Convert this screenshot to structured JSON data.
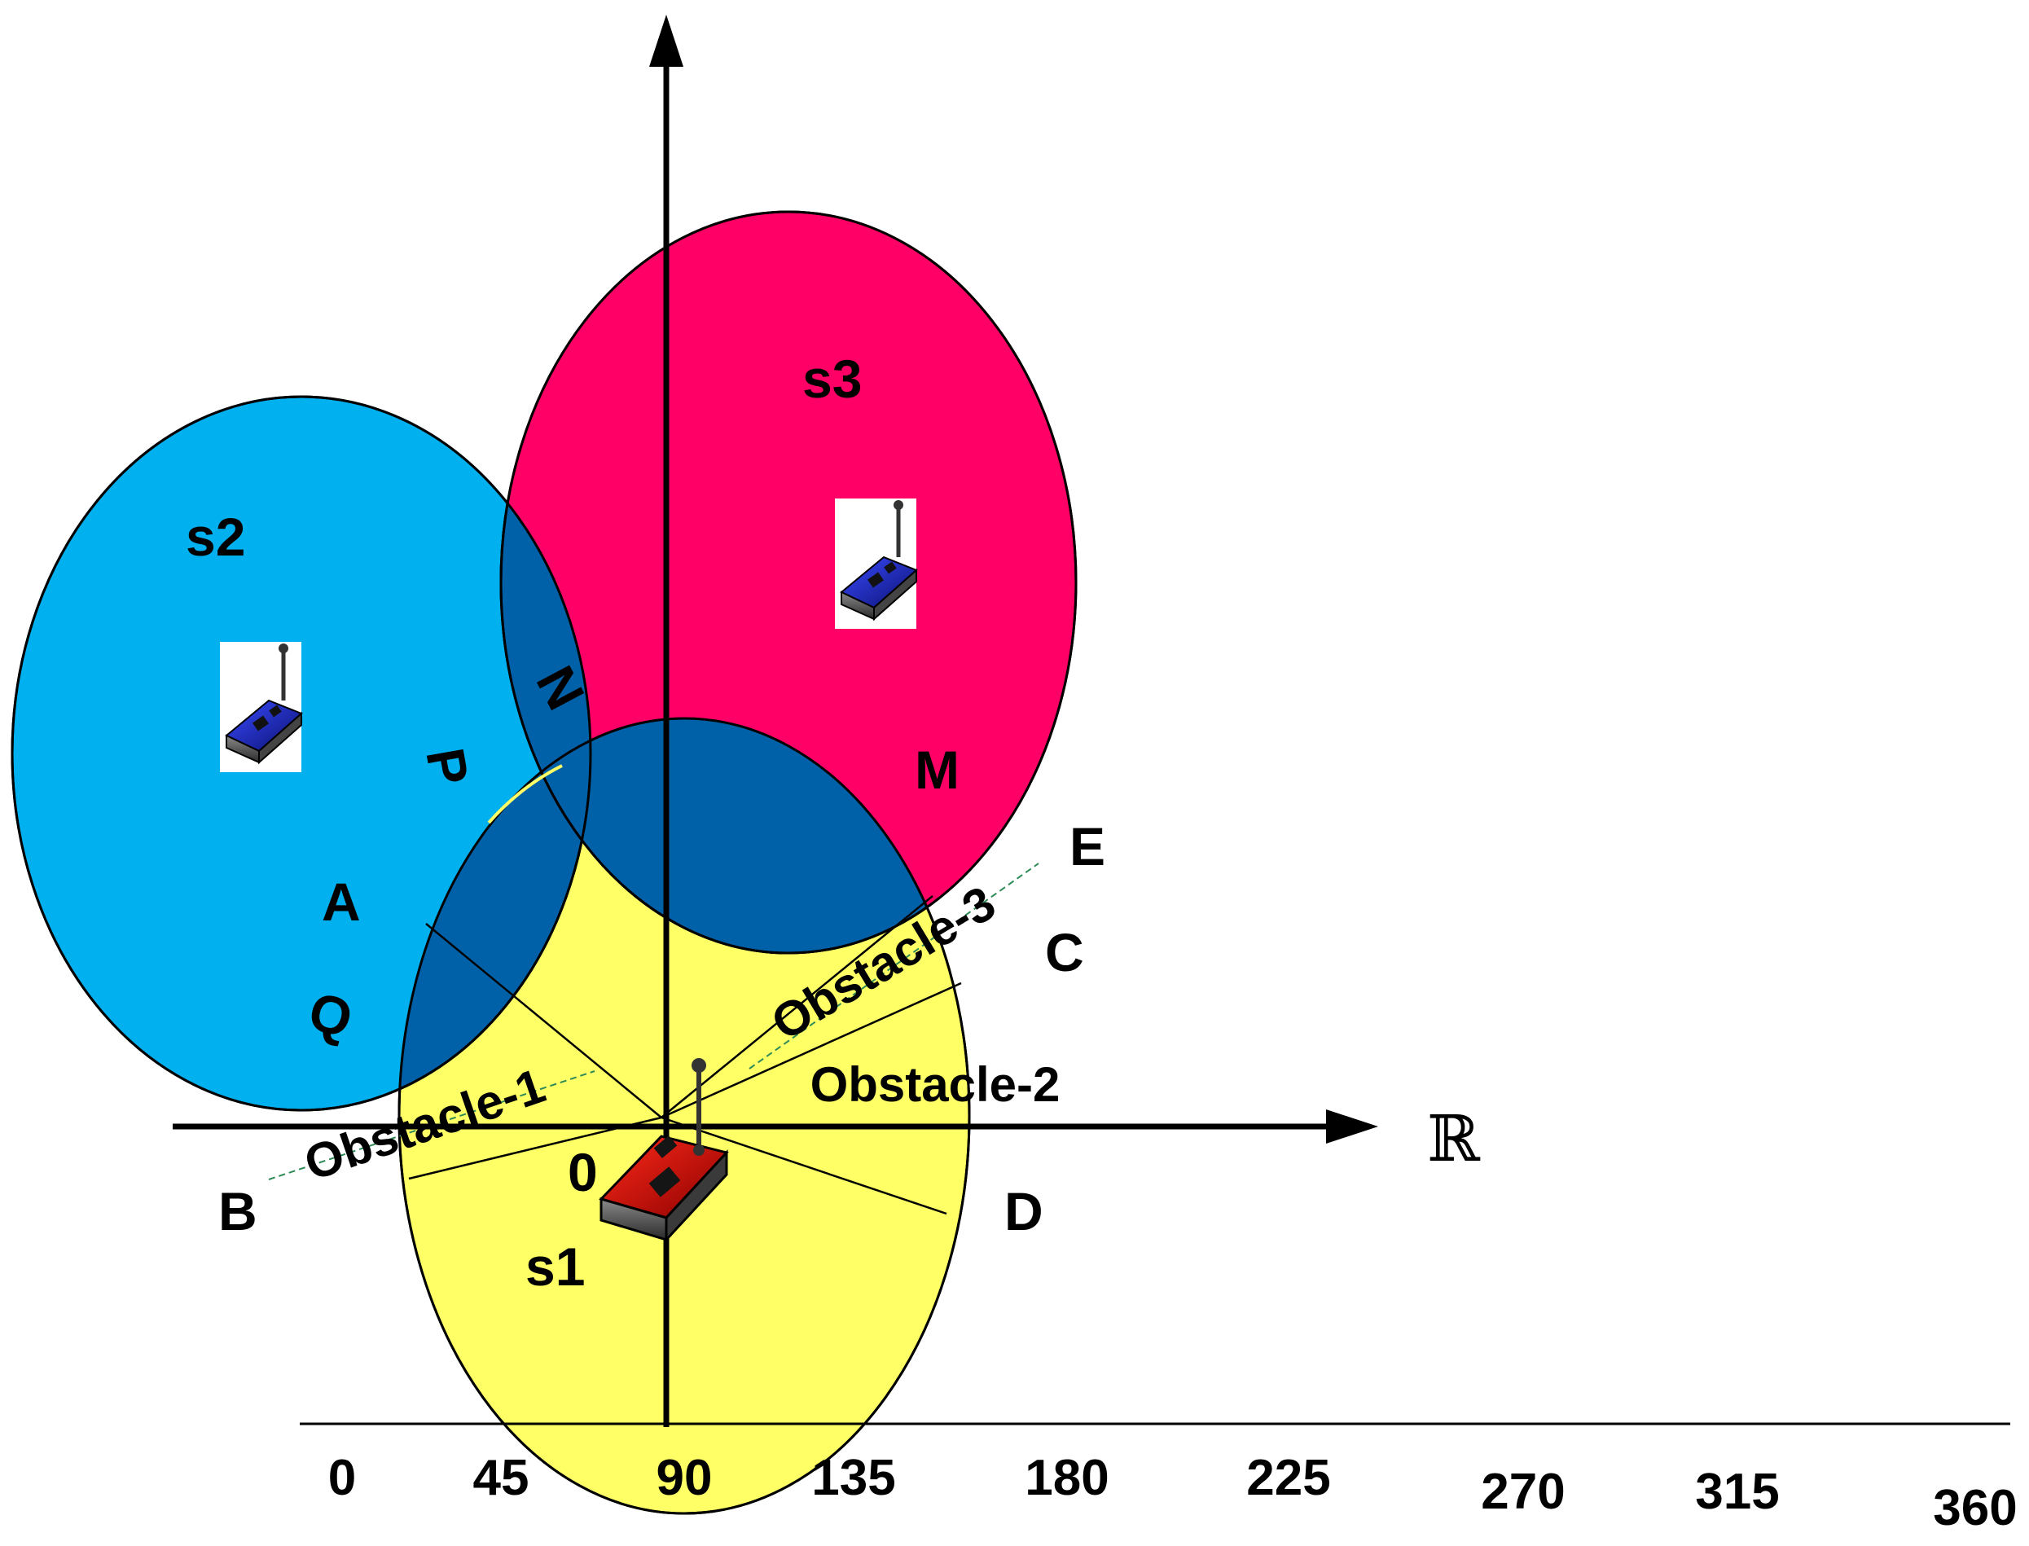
{
  "sensors": {
    "s1": {
      "label": "s1",
      "color": "#ffff66"
    },
    "s2": {
      "label": "s2",
      "color": "#00b0ef"
    },
    "s3": {
      "label": "s3",
      "color": "#ff0066"
    },
    "overlap_color": "#0061a8"
  },
  "points": {
    "a": "A",
    "b": "B",
    "c": "C",
    "d": "D",
    "e": "E",
    "m": "M",
    "n": "N",
    "p": "P",
    "q": "Q",
    "origin": "0"
  },
  "obstacles": {
    "o1": "Obstacle-1",
    "o2": "Obstacle-2",
    "o3": "Obstacle-3"
  },
  "axis": {
    "real_symbol": "ℝ",
    "ticks": [
      "0",
      "45",
      "90",
      "135",
      "180",
      "225",
      "270",
      "315",
      "360"
    ]
  }
}
